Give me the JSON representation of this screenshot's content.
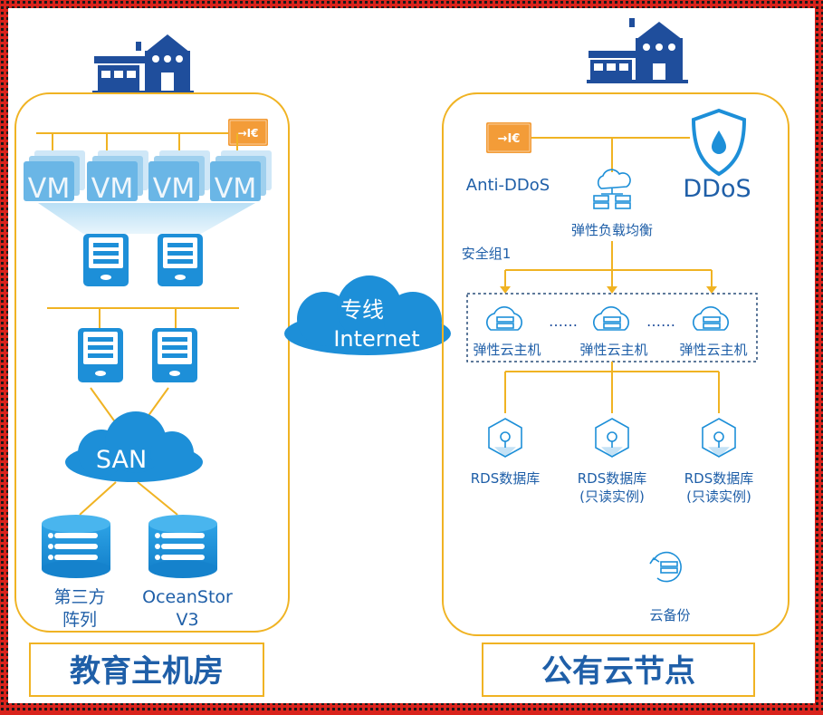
{
  "left_panel": {
    "vm_label": "VM",
    "storage_network": "SAN",
    "storage_1": "第三方",
    "storage_1_line2": "阵列",
    "storage_2": "OceanStor",
    "storage_2_line2": "V3",
    "title": "教育主机房"
  },
  "connection": {
    "line1": "专线",
    "line2": "Internet"
  },
  "right_panel": {
    "anti_ddos": "Anti-DDoS",
    "ddos": "DDoS",
    "load_balancer": "弹性负载均衡",
    "security_group": "安全组1",
    "ecs_label": "弹性云主机",
    "rds_primary": "RDS数据库",
    "rds_readonly": "RDS数据库",
    "rds_readonly_note": "(只读实例)",
    "backup": "云备份",
    "title": "公有云节点"
  },
  "colors": {
    "border_red": "#d9231c",
    "accent_blue": "#1d8fd8",
    "navy": "#1f4e9c",
    "gold": "#f0b323",
    "firewall_orange": "#f39c38"
  }
}
